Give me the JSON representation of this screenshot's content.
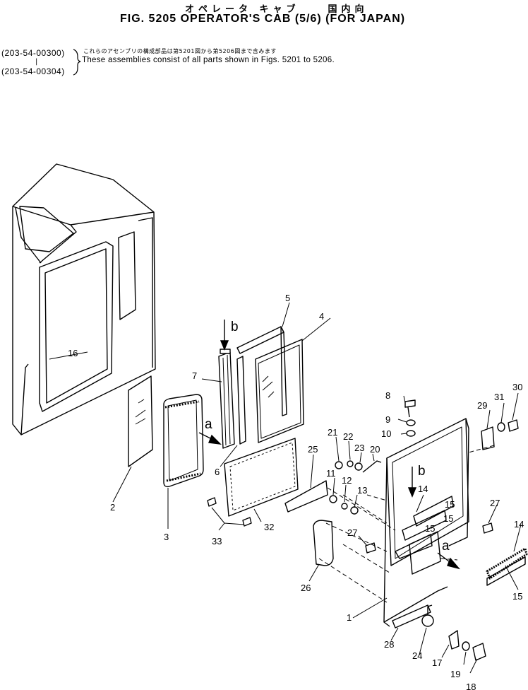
{
  "header": {
    "jp_title": [
      "オペレータ キャブ",
      "国内向"
    ],
    "title": "FIG. 5205  OPERATOR'S CAB (5/6) (FOR JAPAN)"
  },
  "serials": {
    "from": "(203-54-00300)",
    "dash": "|",
    "to": "(203-54-00304)"
  },
  "note": {
    "jp": "これらのアセンブリの構成部品は第5201図から第5206図まで含みます",
    "en": "These assemblies consist of all parts shown in Figs. 5201 to 5206."
  },
  "view_markers": [
    "a",
    "b"
  ],
  "callouts": [
    "1",
    "2",
    "3",
    "4",
    "5",
    "6",
    "7",
    "8",
    "9",
    "10",
    "11",
    "12",
    "13",
    "14",
    "15",
    "16",
    "17",
    "18",
    "19",
    "20",
    "21",
    "22",
    "23",
    "24",
    "25",
    "26",
    "27",
    "28",
    "29",
    "30",
    "31",
    "32",
    "33"
  ]
}
